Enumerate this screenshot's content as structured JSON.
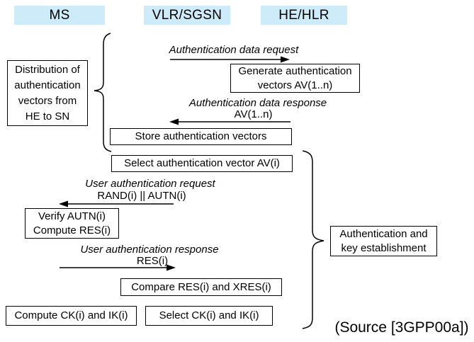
{
  "entities": [
    {
      "id": "ms",
      "label": "MS"
    },
    {
      "id": "vlr-sgsn",
      "label": "VLR/SGSN"
    },
    {
      "id": "he-hlr",
      "label": "HE/HLR"
    }
  ],
  "messages": [
    {
      "name": "Authentication data request",
      "detail": "",
      "direction": "right",
      "from": "VLR/SGSN",
      "to": "HE/HLR"
    },
    {
      "name": "Authentication data response",
      "detail": "AV(1..n)",
      "direction": "left",
      "from": "HE/HLR",
      "to": "VLR/SGSN"
    },
    {
      "name": "User authentication request",
      "detail": "RAND(i) || AUTN(i)",
      "direction": "left",
      "from": "VLR/SGSN",
      "to": "MS"
    },
    {
      "name": "User authentication response",
      "detail": "RES(i)",
      "direction": "right",
      "from": "MS",
      "to": "VLR/SGSN"
    }
  ],
  "boxes": [
    {
      "id": "distribution",
      "text": "Distribution of\nauthentication\nvectors from\nHE to SN"
    },
    {
      "id": "generate-vectors",
      "text": "Generate authentication\nvectors AV(1..n)"
    },
    {
      "id": "store-vectors",
      "text": "Store authentication vectors"
    },
    {
      "id": "select-vector",
      "text": "Select authentication vector AV(i)"
    },
    {
      "id": "verify-compute",
      "text": "Verify AUTN(i)\nCompute RES(i)"
    },
    {
      "id": "compare-res",
      "text": "Compare RES(i) and XRES(i)"
    },
    {
      "id": "compute-ck-ik",
      "text": "Compute CK(i) and IK(i)"
    },
    {
      "id": "select-ck-ik",
      "text": "Select CK(i) and IK(i)"
    },
    {
      "id": "auth-key-establishment",
      "text": "Authentication and\nkey establishment"
    }
  ],
  "source_note": "(Source [3GPP00a])",
  "colors": {
    "entity_fill": "#CDEBF9",
    "line_color": "#000000",
    "background": "#FFFFFF"
  }
}
